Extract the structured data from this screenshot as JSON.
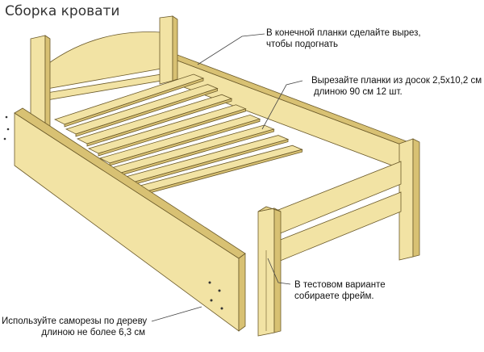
{
  "title": "Сборка кровати",
  "notes": {
    "end_slat": [
      "В конечной планки сделайте вырез,",
      "чтобы подогнать"
    ],
    "slats": [
      "Вырезайте планки из досок 2,5x10,2 см",
      "длиною 90 см 12 шт."
    ],
    "test": [
      "В тестовом варианте",
      "собираете фрейм."
    ],
    "screws": [
      "Используйте саморезы по дереву",
      "длиною не более 6,3 см"
    ]
  },
  "colors": {
    "wood": "#f2e3a4",
    "wood_shade": "#d8c173",
    "outline": "#6b5a2a"
  }
}
